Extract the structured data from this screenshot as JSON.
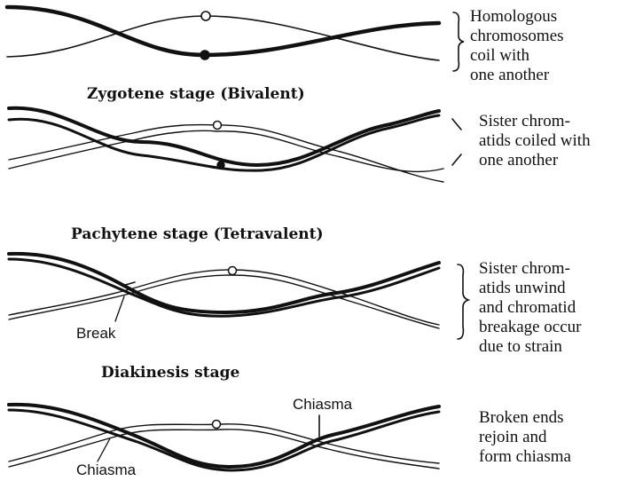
{
  "stages": [
    {
      "id": "zygotene",
      "title": "Zygotene stage (Bivalent)"
    },
    {
      "id": "pachytene",
      "title": "Pachytene stage (Tetravalent)"
    },
    {
      "id": "diakinesis",
      "title": "Diakinesis stage"
    }
  ],
  "notes": {
    "homologous": [
      "Homologous",
      "chromosomes",
      "coil with",
      "one another"
    ],
    "sister_coiled": [
      "Sister chrom-",
      "atids coiled with",
      "one another"
    ],
    "sister_unwind": [
      "Sister chrom-",
      "atids unwind",
      "and chromatid",
      "breakage occur",
      "due to strain"
    ],
    "broken_ends": [
      "Broken ends",
      "rejoin and",
      "form chiasma"
    ]
  },
  "labels": {
    "break": "Break",
    "chiasma_top": "Chiasma",
    "chiasma_bottom": "Chiasma"
  },
  "colors": {
    "ink": "#111111",
    "background": "#ffffff"
  }
}
